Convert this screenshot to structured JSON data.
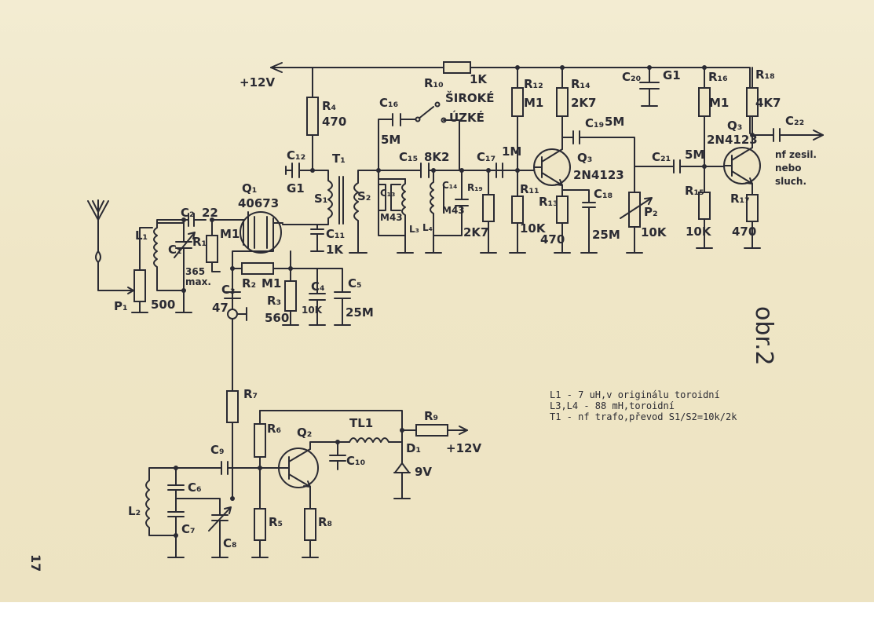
{
  "figure_label": "obr.2",
  "page_number": "17",
  "notes": [
    "L1 - 7 uH,v originálu toroidní",
    "L3,L4 - 88 mH,toroidní",
    "T1 - nf trafo,převod S1/S2=10k/2k"
  ],
  "labels": {
    "supply_main": "+12V",
    "supply_osc": "+12V",
    "R10": "R₁₀",
    "R10_val": "1K",
    "R4": "R₄",
    "R4_val": "470",
    "C12": "C₁₂",
    "C12_val": "G1",
    "T1": "T₁",
    "S1": "S₁",
    "S2": "S₂",
    "C11": "C₁₁",
    "C11_val": "1K",
    "C16": "C₁₆",
    "C16_val": "5M",
    "switch_wide": "ŠIROKÉ",
    "switch_narrow": "ÚZKÉ",
    "C15": "C₁₅",
    "C15_val": "8K2",
    "C13": "C₁₃",
    "C13_val": "M43",
    "C14": "C₁₄",
    "C14_val": "M43",
    "L3": "L₃",
    "L4": "L₄",
    "R19": "R₁₉",
    "R19_val": "2K7",
    "C17": "C₁₇",
    "C17_val": "1M",
    "R12": "R₁₂",
    "R12_val": "M1",
    "R14": "R₁₄",
    "R14_val": "2K7",
    "C19": "C₁₉",
    "C19_val": "5M",
    "Q3a": "Q₃",
    "Q3a_type": "2N4123",
    "R11": "R₁₁",
    "R11_val": "10K",
    "R13": "R₁₃",
    "R13_val": "470",
    "C18": "C₁₈",
    "C18_val": "25M",
    "P2": "P₂",
    "P2_val": "10K",
    "C20": "C₂₀",
    "C20_val": "G1",
    "R16": "R₁₆",
    "R16_val": "M1",
    "R18": "R₁₈",
    "R18_val": "4K7",
    "C21": "C₂₁",
    "C21_val": "5M",
    "Q3b": "Q₃",
    "Q3b_type": "2N4123",
    "R15": "R₁₅",
    "R15_val": "10K",
    "R17": "R₁₇",
    "R17_val": "470",
    "C22": "C₂₂",
    "output_note": [
      "nf zesil.",
      "nebo",
      "sluch."
    ],
    "Q1": "Q₁",
    "Q1_type": "40673",
    "C2": "C₂",
    "C2_val": "22",
    "R1": "R₁",
    "R1_val": "M1",
    "L1": "L₁",
    "C1": "C₁",
    "C1_val": "365",
    "C1_max": "max.",
    "P1": "P₁",
    "P1_val": "500",
    "R2": "R₂",
    "R2_val": "M1",
    "C3": "C₃",
    "C3_val": "47",
    "R3": "R₃",
    "R3_val": "560",
    "C4": "C₄",
    "C4_val": "10K",
    "C5": "C₅",
    "C5_val": "25M",
    "R7": "R₇",
    "R6": "R₆",
    "Q2": "Q₂",
    "TL1": "TL1",
    "R9": "R₉",
    "C10": "C₁₀",
    "D1": "D₁",
    "D1_val": "9V",
    "C9": "C₉",
    "C6": "C₆",
    "C7": "C₇",
    "C8": "C₈",
    "L2": "L₂",
    "R5": "R₅",
    "R8": "R₈"
  }
}
